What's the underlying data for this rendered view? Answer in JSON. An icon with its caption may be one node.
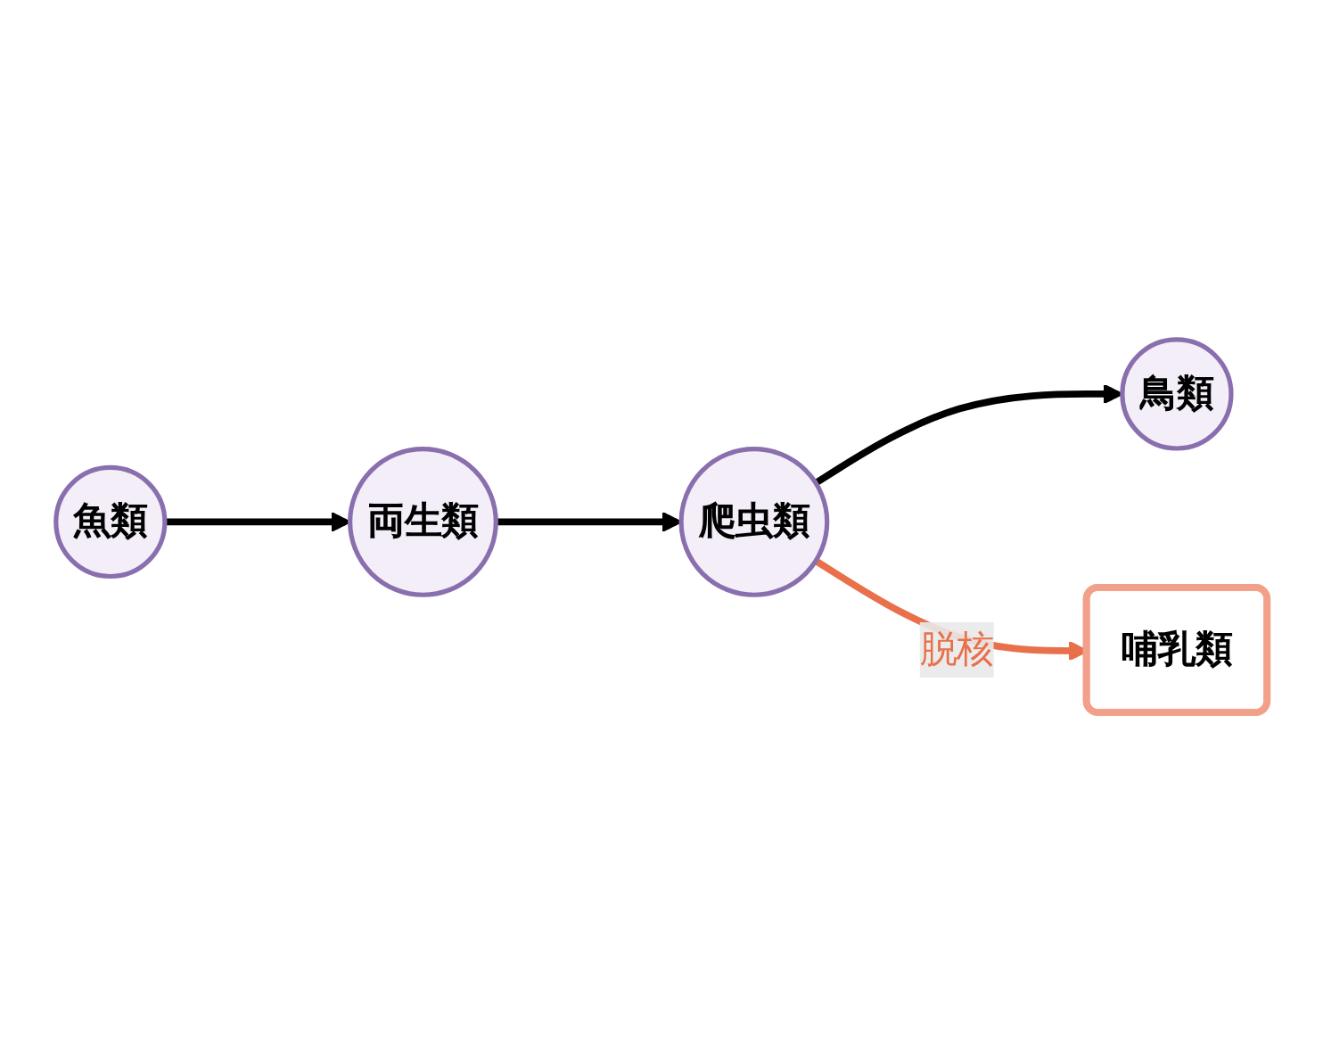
{
  "diagram": {
    "nodes": [
      {
        "text": [
          "魚類"
        ]
      },
      {
        "text": [
          "両生類"
        ]
      },
      {
        "text": [
          "爬虫類"
        ]
      },
      {
        "text": [
          "鳥類"
        ]
      },
      {
        "text": [
          "哺乳類"
        ]
      }
    ],
    "edges": [
      {
        "from": 0,
        "to": 1,
        "arrow": "to"
      },
      {
        "from": 1,
        "to": 2,
        "arrow": "to"
      },
      {
        "from": 2,
        "to": 3,
        "arrow": "to"
      },
      {
        "from": 2,
        "to": 4,
        "arrow": "to",
        "label": "脱核",
        "color": "#e8704a"
      }
    ]
  }
}
